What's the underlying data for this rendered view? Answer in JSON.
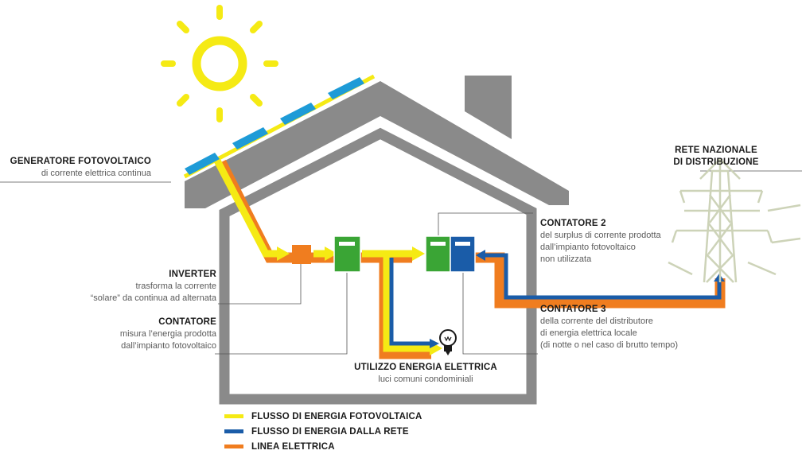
{
  "labels": {
    "pv_generator": {
      "title": "GENERATORE FOTOVOLTAICO",
      "desc": "di corrente elettrica continua"
    },
    "inverter": {
      "title": "INVERTER",
      "desc_1": "trasforma la corrente",
      "desc_2": "“solare” da continua ad alternata"
    },
    "meter": {
      "title": "CONTATORE",
      "desc_1": "misura l’energia prodotta",
      "desc_2": "dall’impianto fotovoltaico"
    },
    "usage": {
      "title": "UTILIZZO ENERGIA ELETTRICA",
      "desc": "luci comuni condominiali"
    },
    "meter2": {
      "title": "CONTATORE 2",
      "desc_1": "del surplus di corrente prodotta",
      "desc_2": "dall’impianto fotovoltaico",
      "desc_3": "non utilizzata"
    },
    "meter3": {
      "title": "CONTATORE 3",
      "desc_1": "della corrente del distributore",
      "desc_2": "di energia elettrica locale",
      "desc_3": "(di notte o nel caso di brutto tempo)"
    },
    "grid": {
      "title_1": "RETE NAZIONALE",
      "title_2": "DI DISTRIBUZIONE"
    }
  },
  "legend": [
    {
      "label": "FLUSSO DI ENERGIA FOTOVOLTAICA",
      "color": "#f5ea14"
    },
    {
      "label": "FLUSSO DI ENERGIA DALLA RETE",
      "color": "#1a5ca8"
    },
    {
      "label": "LINEA ELETTRICA",
      "color": "#f07d1f"
    }
  ],
  "colors": {
    "house": "#8a8a8a",
    "sun": "#f5ea14",
    "panel": "#1e9bd7",
    "inverter": "#f07d1f",
    "meter_green": "#3aa535",
    "meter_blue": "#1a5ca8",
    "pylon": "#cdd3b8"
  },
  "icons": {
    "bulb": "lightbulb-icon",
    "sun": "sun-icon",
    "pylon": "power-pylon-icon"
  }
}
